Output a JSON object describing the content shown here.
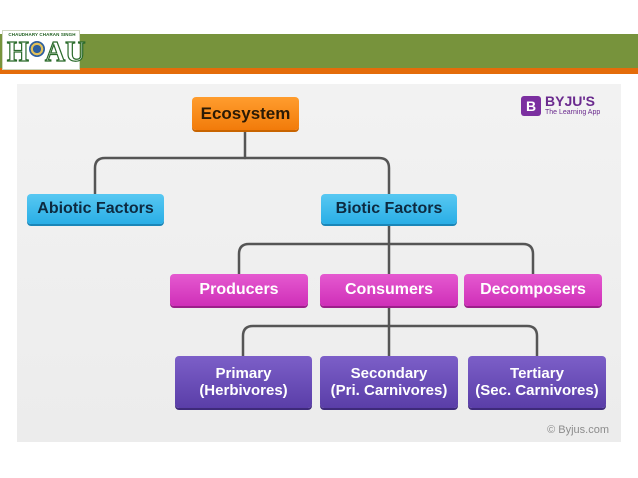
{
  "logo": {
    "caption": "CHAUDHARY CHARAN SINGH",
    "text_left": "H",
    "text_right": "AU"
  },
  "diagram": {
    "brand": {
      "badge": "B",
      "name": "BYJU'S",
      "tagline": "The Learning App"
    },
    "copyright": "© Byjus.com",
    "root": "Ecosystem",
    "level1": [
      "Abiotic Factors",
      "Biotic Factors"
    ],
    "level2": [
      "Producers",
      "Consumers",
      "Decomposers"
    ],
    "level3": [
      {
        "line1": "Primary",
        "line2": "(Herbivores)"
      },
      {
        "line1": "Secondary",
        "line2": "(Pri. Carnivores)"
      },
      {
        "line1": "Tertiary",
        "line2": "(Sec. Carnivores)"
      }
    ]
  },
  "colors": {
    "header_green": "#77933c",
    "header_orange": "#e46c0a",
    "root_orange": "#f27b0a",
    "level1_blue": "#29aee6",
    "level2_magenta": "#cf2fb8",
    "level3_purple": "#5a3ea8",
    "connector": "#555555"
  }
}
